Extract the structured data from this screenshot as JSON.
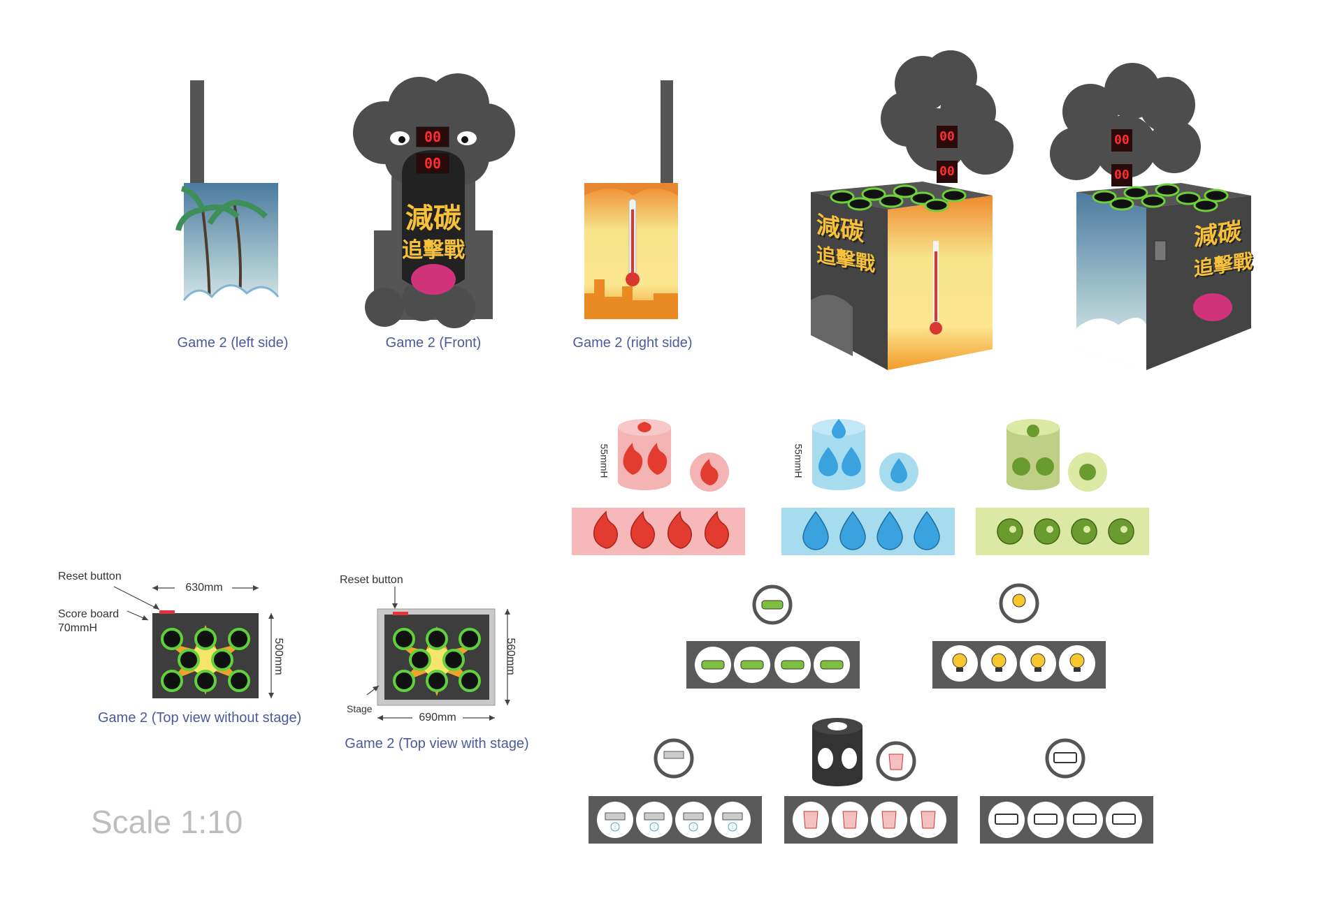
{
  "captions": {
    "left_side": "Game 2 (left side)",
    "front": "Game 2 (Front)",
    "right_side": "Game 2 (right side)",
    "top_no_stage": "Game 2 (Top view without stage)",
    "top_with_stage": "Game 2 (Top view with stage)"
  },
  "scoreboard": {
    "digits_top": "00",
    "digits_bottom": "00"
  },
  "title_text": {
    "line1": "減碳",
    "line2": "追擊戰"
  },
  "dimensions": {
    "width_no_stage": "630mm",
    "height_no_stage": "500mm",
    "width_with_stage": "690mm",
    "height_with_stage": "560mm",
    "token_height": "55mmH"
  },
  "labels": {
    "reset_button": "Reset button",
    "score_board_line1": "Score board",
    "score_board_line2": "70mmH",
    "stage": "Stage"
  },
  "scale": "Scale 1:10",
  "colors": {
    "cabinet": "#555555",
    "cloud": "#4d4d4d",
    "red_strip": "#f6b8b8",
    "blue_strip": "#a7dcef",
    "green_strip": "#dbe9a4",
    "dark_strip": "#595959",
    "fire": "#e33b2f",
    "water": "#3aa3df",
    "leaf": "#6a9b2f",
    "caption": "#4a5a9c"
  },
  "tokens": {
    "fire": "fire-character-icon",
    "water": "water-drop-character-icon",
    "leaf": "leaf-character-icon",
    "car": "car-icon",
    "bulb": "light-bulb-icon",
    "aircon": "air-conditioner-icon",
    "bag": "plastic-bag-icon",
    "foodbox": "food-box-icon"
  }
}
